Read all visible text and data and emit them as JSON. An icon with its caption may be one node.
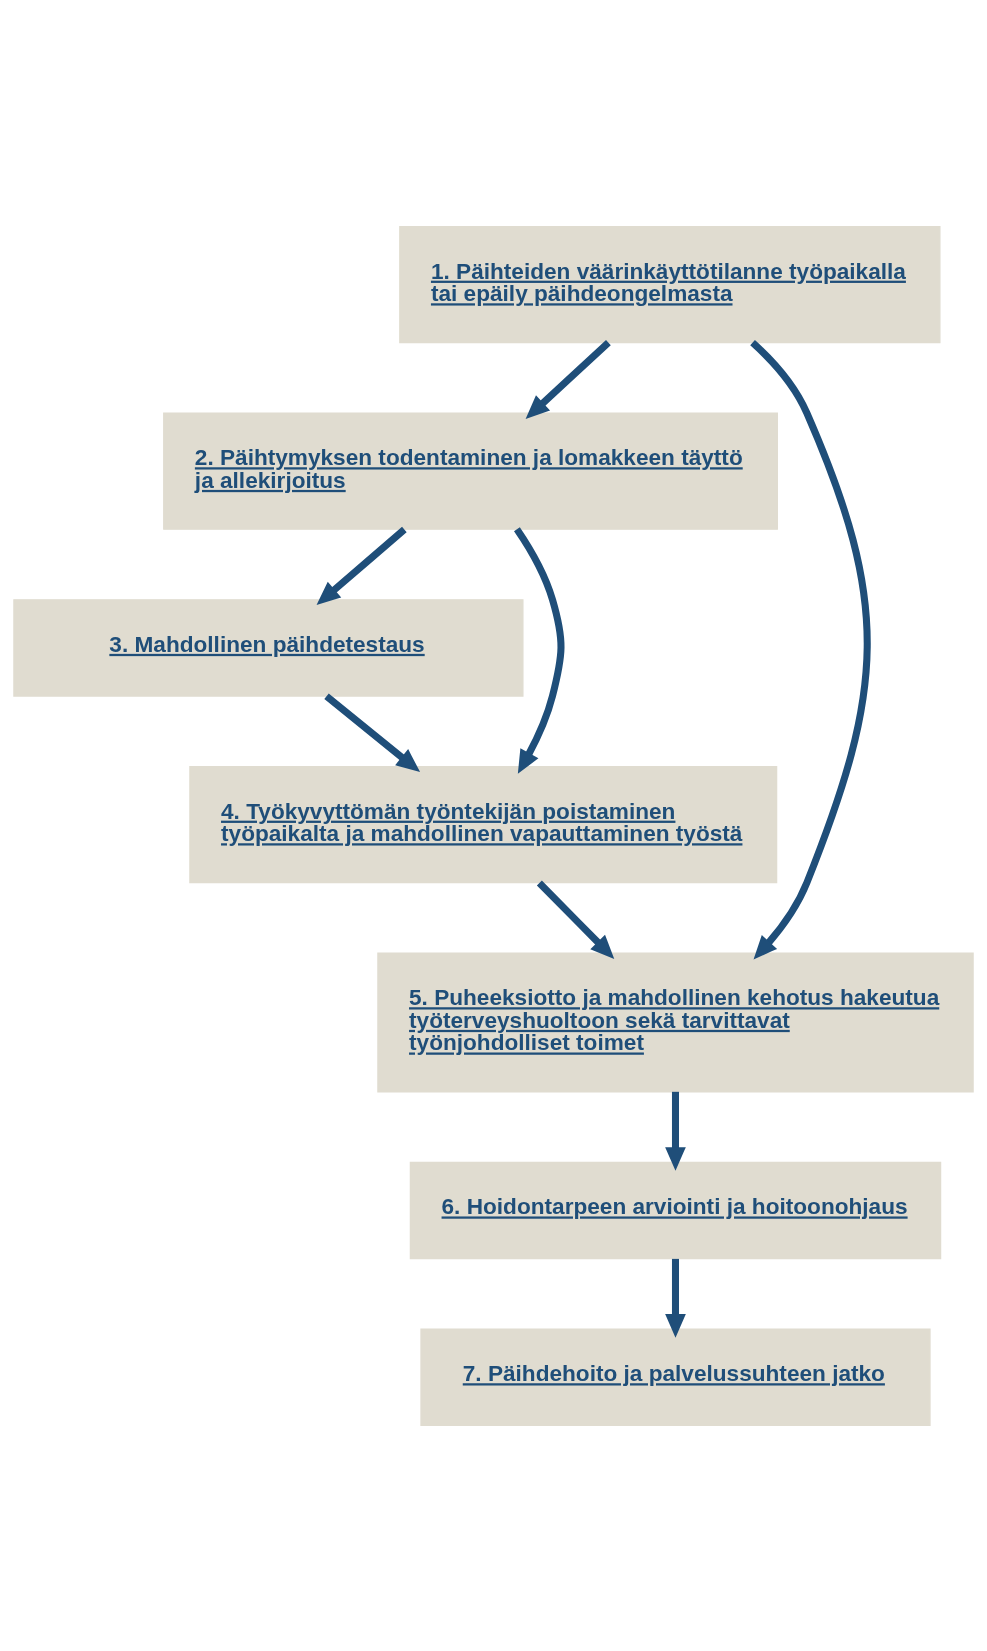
{
  "diagram": {
    "nodes": [
      {
        "text": [
          "1. Päihteiden väärinkäyttötilanne työpaikalla tai epäily päihdeongelmasta"
        ]
      },
      {
        "text": [
          "2. Päihtymyksen todentaminen ja lomakkeen täyttö ja allekirjoitus"
        ]
      },
      {
        "text": [
          "3. Mahdollinen päihdetestaus"
        ]
      },
      {
        "text": [
          "4. Työkyvyttömän työntekijän poistaminen työpaikalta ja mahdollinen vapauttaminen työstä"
        ]
      },
      {
        "text": [
          "5. Puheeksiotto ja mahdollinen kehotus hakeutua työterveyshuoltoon sekä tarvittavat työnjohdolliset toimet"
        ]
      },
      {
        "text": [
          "6. Hoidontarpeen arviointi ja hoitoonohjaus"
        ]
      },
      {
        "text": [
          "7. Päihdehoito ja palvelussuhteen jatko"
        ]
      }
    ],
    "edges": [
      {
        "from": 0,
        "to": 1,
        "arrow": "to"
      },
      {
        "from": 0,
        "to": 4,
        "arrow": "to"
      },
      {
        "from": 1,
        "to": 2,
        "arrow": "to"
      },
      {
        "from": 1,
        "to": 3,
        "arrow": "to"
      },
      {
        "from": 2,
        "to": 3,
        "arrow": "to"
      },
      {
        "from": 3,
        "to": 4,
        "arrow": "to"
      },
      {
        "from": 4,
        "to": 5,
        "arrow": "to"
      },
      {
        "from": 5,
        "to": 6,
        "arrow": "to"
      }
    ]
  }
}
